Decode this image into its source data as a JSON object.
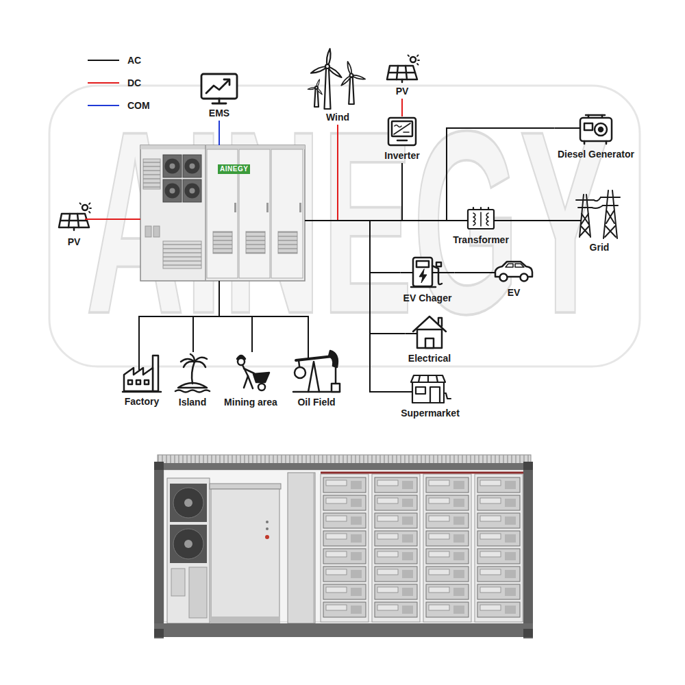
{
  "diagram": {
    "nodes": [
      {
        "text": [
          "EMS"
        ]
      },
      {
        "text": [
          "Wind"
        ]
      },
      {
        "text": [
          "PV"
        ]
      },
      {
        "text": [
          "Inverter"
        ]
      },
      {
        "text": [
          "Diesel Generator"
        ]
      },
      {
        "text": [
          "PV"
        ]
      },
      {
        "text": [
          "AINEGY"
        ]
      },
      {
        "text": [
          "Transformer"
        ]
      },
      {
        "text": [
          "Grid"
        ]
      },
      {
        "text": [
          "EV Chager"
        ]
      },
      {
        "text": [
          "EV"
        ]
      },
      {
        "text": [
          "Electrical"
        ]
      },
      {
        "text": [
          "Supermarket"
        ]
      },
      {
        "text": [
          "Factory"
        ]
      },
      {
        "text": [
          "Island"
        ]
      },
      {
        "text": [
          "Mining area"
        ]
      },
      {
        "text": [
          "Oil Field"
        ]
      }
    ],
    "edges": [
      {
        "from": 0,
        "to": 6,
        "arrow": "none"
      },
      {
        "from": 5,
        "to": 6,
        "arrow": "none"
      },
      {
        "from": 6,
        "to": 1,
        "arrow": "none"
      },
      {
        "from": 2,
        "to": 3,
        "arrow": "none"
      },
      {
        "from": 6,
        "to": 3,
        "arrow": "none"
      },
      {
        "from": 6,
        "to": 4,
        "arrow": "none"
      },
      {
        "from": 6,
        "to": 7,
        "arrow": "none"
      },
      {
        "from": 7,
        "to": 8,
        "arrow": "none"
      },
      {
        "from": 6,
        "to": 9,
        "arrow": "none"
      },
      {
        "from": 9,
        "to": 10,
        "arrow": "none"
      },
      {
        "from": 6,
        "to": 11,
        "arrow": "none"
      },
      {
        "from": 6,
        "to": 12,
        "arrow": "none"
      },
      {
        "from": 6,
        "to": 13,
        "arrow": "none"
      },
      {
        "from": 6,
        "to": 14,
        "arrow": "none"
      },
      {
        "from": 6,
        "to": 15,
        "arrow": "none"
      },
      {
        "from": 6,
        "to": 16,
        "arrow": "none"
      }
    ],
    "labels": [
      "AINEGY"
    ],
    "legend": [
      {
        "text": "AC"
      },
      {
        "text": "DC"
      },
      {
        "text": "COM"
      }
    ]
  }
}
